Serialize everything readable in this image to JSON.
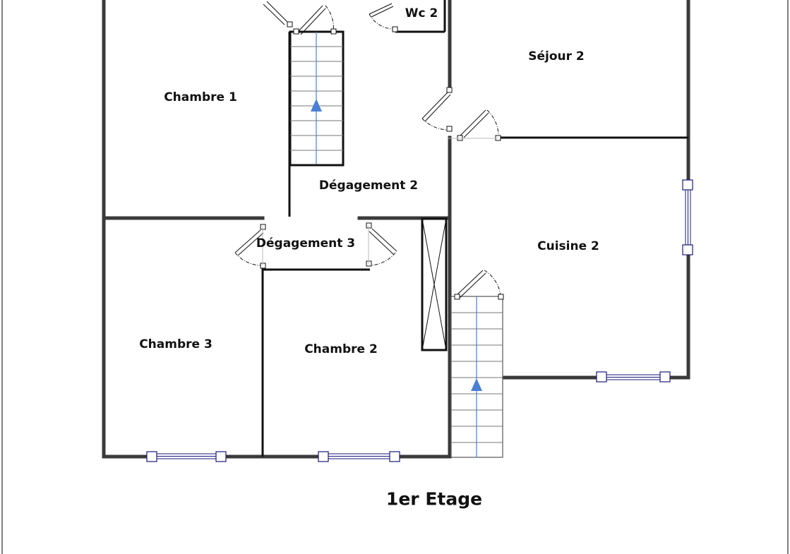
{
  "plan": {
    "title": "1er Etage",
    "rooms": {
      "wc2": "Wc 2",
      "sejour2": "Séjour 2",
      "chambre1": "Chambre 1",
      "degagement2": "Dégagement 2",
      "degagement3": "Dégagement 3",
      "cuisine2": "Cuisine 2",
      "chambre3": "Chambre 3",
      "chambre2": "Chambre 2"
    },
    "colors": {
      "wall": "#3a3a3a",
      "frame": "#555555",
      "window": "#1a1a7a",
      "stair_arrow": "#4a7fd4",
      "door_arc": "#111111"
    }
  }
}
